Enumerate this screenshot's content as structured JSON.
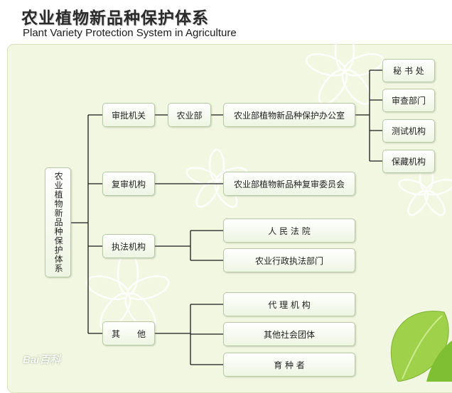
{
  "title_zh": "农业植物新品种保护体系",
  "title_en": "Plant Variety Protection System in Agriculture",
  "watermark": "Bai百科",
  "nodes": {
    "root": "农业植物新品种保护体系",
    "approval": "审批机关",
    "ministry": "农业部",
    "office": "农业部植物新品种保护办公室",
    "secretariat": "秘 书 处",
    "examination": "审查部门",
    "testing": "测试机构",
    "preservation": "保藏机构",
    "reexam": "复审机构",
    "reexam_committee": "农业部植物新品种复审委员会",
    "enforcement": "执法机构",
    "court": "人 民 法 院",
    "admin_enforcement": "农业行政执法部门",
    "others": "其　　他",
    "agency": "代 理 机 构",
    "social_groups": "其他社会团体",
    "breeder": "育 种 者"
  }
}
